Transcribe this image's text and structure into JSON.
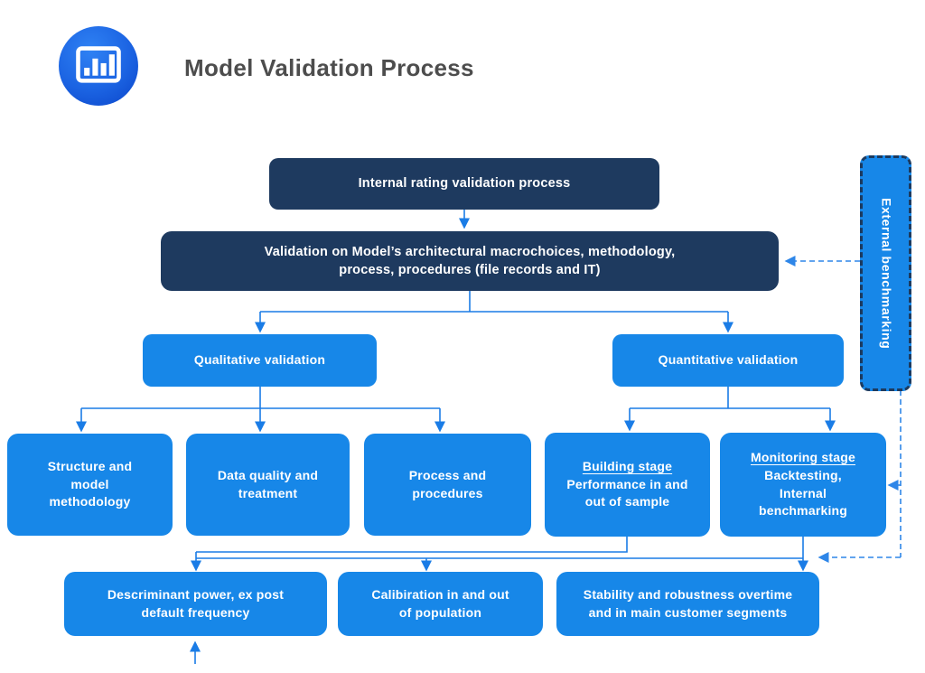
{
  "header": {
    "title": "Model Validation Process",
    "logo_icon": "bar-chart-icon"
  },
  "colors": {
    "navy": "#1e3a5f",
    "blue": "#1787e8",
    "connector": "#1a7ce6",
    "dashed_connector": "#2e86e8",
    "title_text": "#4d4d4d"
  },
  "nodes": {
    "internal_rating": {
      "label": "Internal rating validation process"
    },
    "validation_macro": {
      "label": "Validation on Model’s architectural macrochoices, methodology,\nprocess, procedures (file records and IT)"
    },
    "qualitative": {
      "label": "Qualitative validation"
    },
    "quantitative": {
      "label": "Quantitative validation"
    },
    "structure": {
      "label": "Structure and\nmodel\nmethodology"
    },
    "data_quality": {
      "label": "Data quality and\ntreatment"
    },
    "process_procedures": {
      "label": "Process and\nprocedures"
    },
    "building": {
      "title": "Building stage",
      "body": "Performance in and\nout of sample"
    },
    "monitoring": {
      "title": "Monitoring stage",
      "body": "Backtesting,\nInternal\nbenchmarking"
    },
    "descriminant": {
      "label": "Descriminant power, ex post\ndefault frequency"
    },
    "calibration": {
      "label": "Calibiration in and out\nof population"
    },
    "stability": {
      "label": "Stability and robustness overtime\nand in main customer segments"
    },
    "external_benchmarking": {
      "label": "External benchmarking"
    }
  }
}
